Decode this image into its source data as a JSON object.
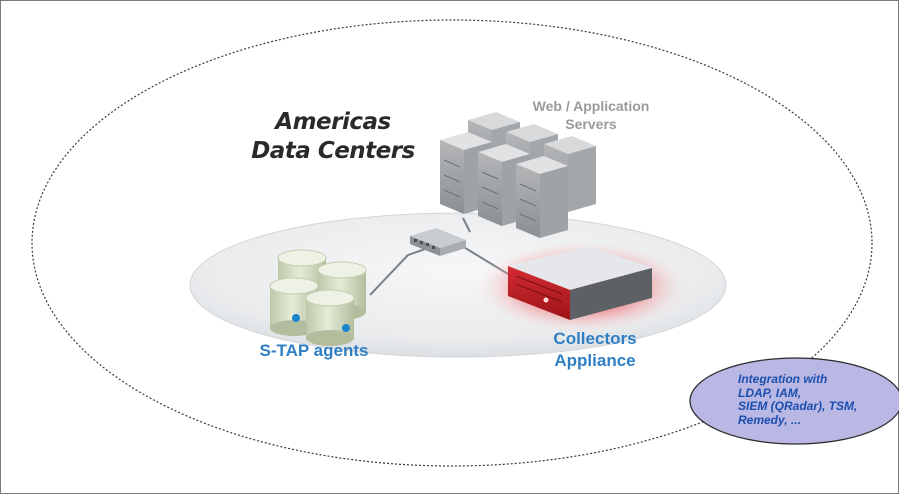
{
  "diagram": {
    "title_line1": "Americas",
    "title_line2": "Data Centers",
    "servers_label_line1": "Web / Application",
    "servers_label_line2": "Servers",
    "agents_label": "S-TAP agents",
    "collectors_label_line1": "Collectors",
    "collectors_label_line2": "Appliance",
    "integration_lines": [
      "Integration with",
      "LDAP, IAM,",
      "SIEM (QRadar), TSM,",
      "Remedy, ..."
    ]
  },
  "colors": {
    "label_blue": "#2e7fc4",
    "integration_text": "#1b4fae",
    "integration_fill": "#b9b7e4",
    "appliance_red": "#c8202a",
    "title_text": "#2a2a2a",
    "servers_text": "#9a9a9a"
  },
  "icons": [
    "server-rack-icon",
    "database-icon",
    "network-switch-icon",
    "appliance-icon"
  ]
}
